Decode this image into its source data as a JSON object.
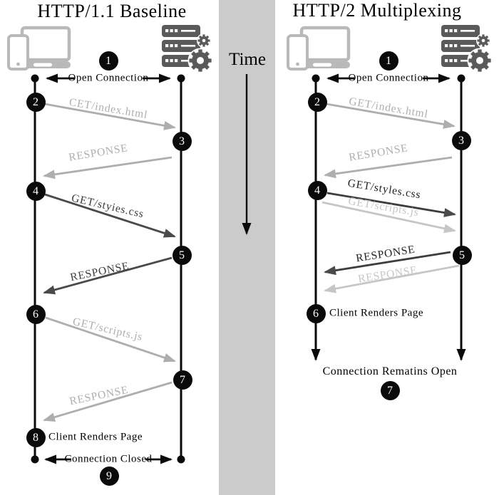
{
  "left": {
    "title": "HTTP/1.1 Baseline",
    "open_label": "Open Connection",
    "close_label": "Connection Closed",
    "render_label": "Client Renders Page",
    "badges": [
      "1",
      "2",
      "3",
      "4",
      "5",
      "6",
      "7",
      "8",
      "9"
    ],
    "messages": [
      "CET/index.html",
      "RESPONSE",
      "GET/styies.css",
      "RESPONSE",
      "GET/scripts.js",
      "RESPONSE"
    ]
  },
  "right": {
    "title": "HTTP/2 Multiplexing",
    "open_label": "Open Connection",
    "remains_label": "Connection Rematins Open",
    "render_label": "Client Renders Page",
    "badges": [
      "1",
      "2",
      "3",
      "4",
      "5",
      "6",
      "7"
    ],
    "messages": [
      "GET/index.html",
      "RESPONSE",
      "GET/styles.css",
      "GET/scripts.js",
      "RESPONSE",
      "RESPONSE"
    ]
  },
  "time": {
    "label": "Time"
  },
  "icons": {
    "client": "client-devices-icon",
    "server": "server-rack-gears-icon"
  },
  "colors": {
    "black": "#0a0a0a",
    "dark_arrow": "#4a4a4a",
    "light_arrow": "#aeaeae",
    "lighter_arrow": "#c6c6c6",
    "time_strip": "#cbcbcb",
    "client_icon": "#b9b9b9",
    "server_icon": "#5a5a5a"
  }
}
